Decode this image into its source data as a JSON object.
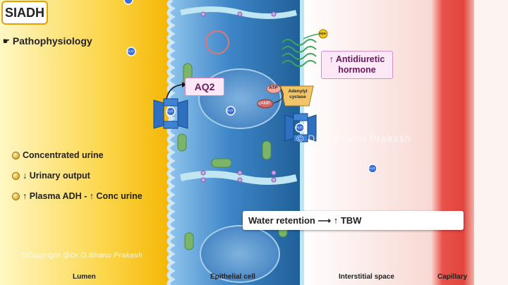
{
  "title": "SIADH",
  "subtitle": "Pathophysiology",
  "bullets": [
    "Concentrated urine",
    "↓ Urinary output",
    "↑ Plasma ADH - ↑ Conc urine"
  ],
  "callouts": {
    "aq2": "AQ2",
    "adh_line1": "↑ Antidiuretic",
    "adh_line2": "hormone",
    "water_retention": "Water retention ⟶ ↑ TBW"
  },
  "molecule_labels": {
    "h2o": "H₂O",
    "atp": "ATP",
    "camp": "cAMP",
    "adenylyl_cyclase_line1": "Adenylyl",
    "adenylyl_cyclase_line2": "cyclase",
    "adh": "ADH"
  },
  "regions": {
    "lumen": "Lumen",
    "epithelial_cell": "Epithelial cell",
    "interstitial_space": "Interstitial space",
    "capillary": "Capillary"
  },
  "copyright": "©Copyright @Dr.G.Bhanu Prakash",
  "watermark": "© Dr.G.Bhanu Prakash",
  "colors": {
    "lumen": "#f7c21a",
    "epithelial": "#4a8fd0",
    "interstitial": "#fbe0dc",
    "capillary": "#e8524a",
    "callout_text": "#6a1a5a"
  }
}
